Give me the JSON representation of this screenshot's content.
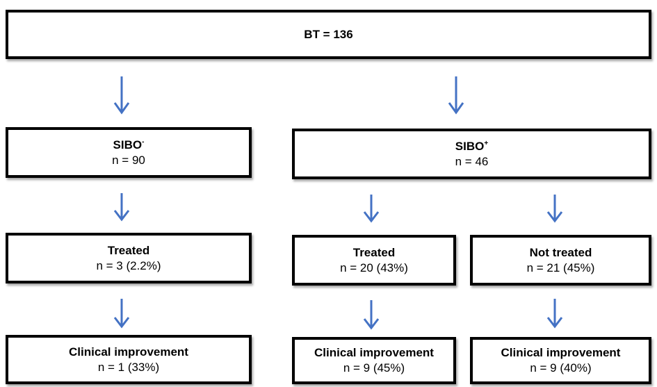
{
  "root": {
    "title": "BT = 136"
  },
  "sibo_neg": {
    "title": "SIBO",
    "sup": "-",
    "n": "n = 90"
  },
  "sibo_pos": {
    "title": "SIBO",
    "sup": "+",
    "n": "n = 46"
  },
  "neg_treated": {
    "title": "Treated",
    "n": "n = 3 (2.2%)"
  },
  "pos_treated": {
    "title": "Treated",
    "n": "n = 20 (43%)"
  },
  "pos_not_treated": {
    "title": "Not treated",
    "n": "n = 21 (45%)"
  },
  "neg_improvement": {
    "title": "Clinical improvement",
    "n": "n = 1 (33%)"
  },
  "pos_treated_improvement": {
    "title": "Clinical improvement",
    "n": "n = 9 (45%)"
  },
  "pos_not_treated_improvement": {
    "title": "Clinical improvement",
    "n": "n = 9 (40%)"
  },
  "colors": {
    "arrow": "#4472C4",
    "border": "#000000"
  }
}
